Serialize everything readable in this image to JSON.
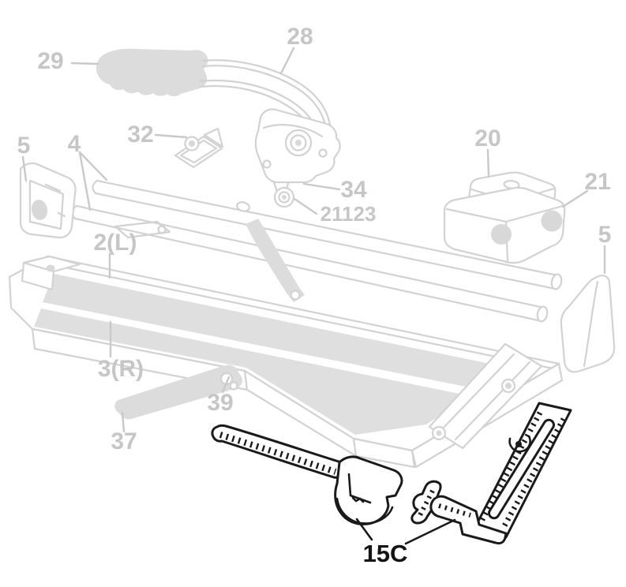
{
  "diagram": {
    "type": "exploded-parts-diagram",
    "subject": "manual tile cutter spare parts",
    "colors": {
      "background": "#ffffff",
      "faded_line": "#d2d2d2",
      "faded_fill": "#dcdcdc",
      "label_gray": "#c6c6c6",
      "highlight_black": "#141414"
    },
    "labels": [
      {
        "part": "29",
        "style": "faded"
      },
      {
        "part": "28",
        "style": "faded"
      },
      {
        "part": "32",
        "style": "faded"
      },
      {
        "part": "5",
        "style": "faded"
      },
      {
        "part": "4",
        "style": "faded"
      },
      {
        "part": "20",
        "style": "faded"
      },
      {
        "part": "21",
        "style": "faded"
      },
      {
        "part": "34",
        "style": "faded"
      },
      {
        "part": "21123",
        "style": "faded"
      },
      {
        "part": "5",
        "style": "faded"
      },
      {
        "part": "2(L)",
        "style": "faded"
      },
      {
        "part": "3(R)",
        "style": "faded"
      },
      {
        "part": "39",
        "style": "faded"
      },
      {
        "part": "37",
        "style": "faded"
      },
      {
        "part": "15C",
        "style": "highlighted"
      }
    ],
    "highlighted_part_label": "15C"
  }
}
